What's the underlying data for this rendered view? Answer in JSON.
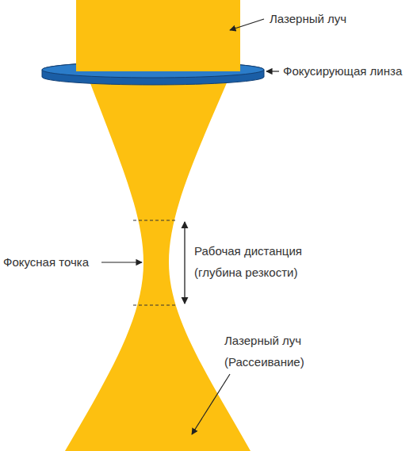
{
  "diagram": {
    "labels": [
      "Лазерный луч",
      "Фокусирующая линза",
      "Фокусная точка",
      "Рабочая дистанция (глубина резкости)",
      "Лазерный луч (Рассеивание)"
    ]
  }
}
